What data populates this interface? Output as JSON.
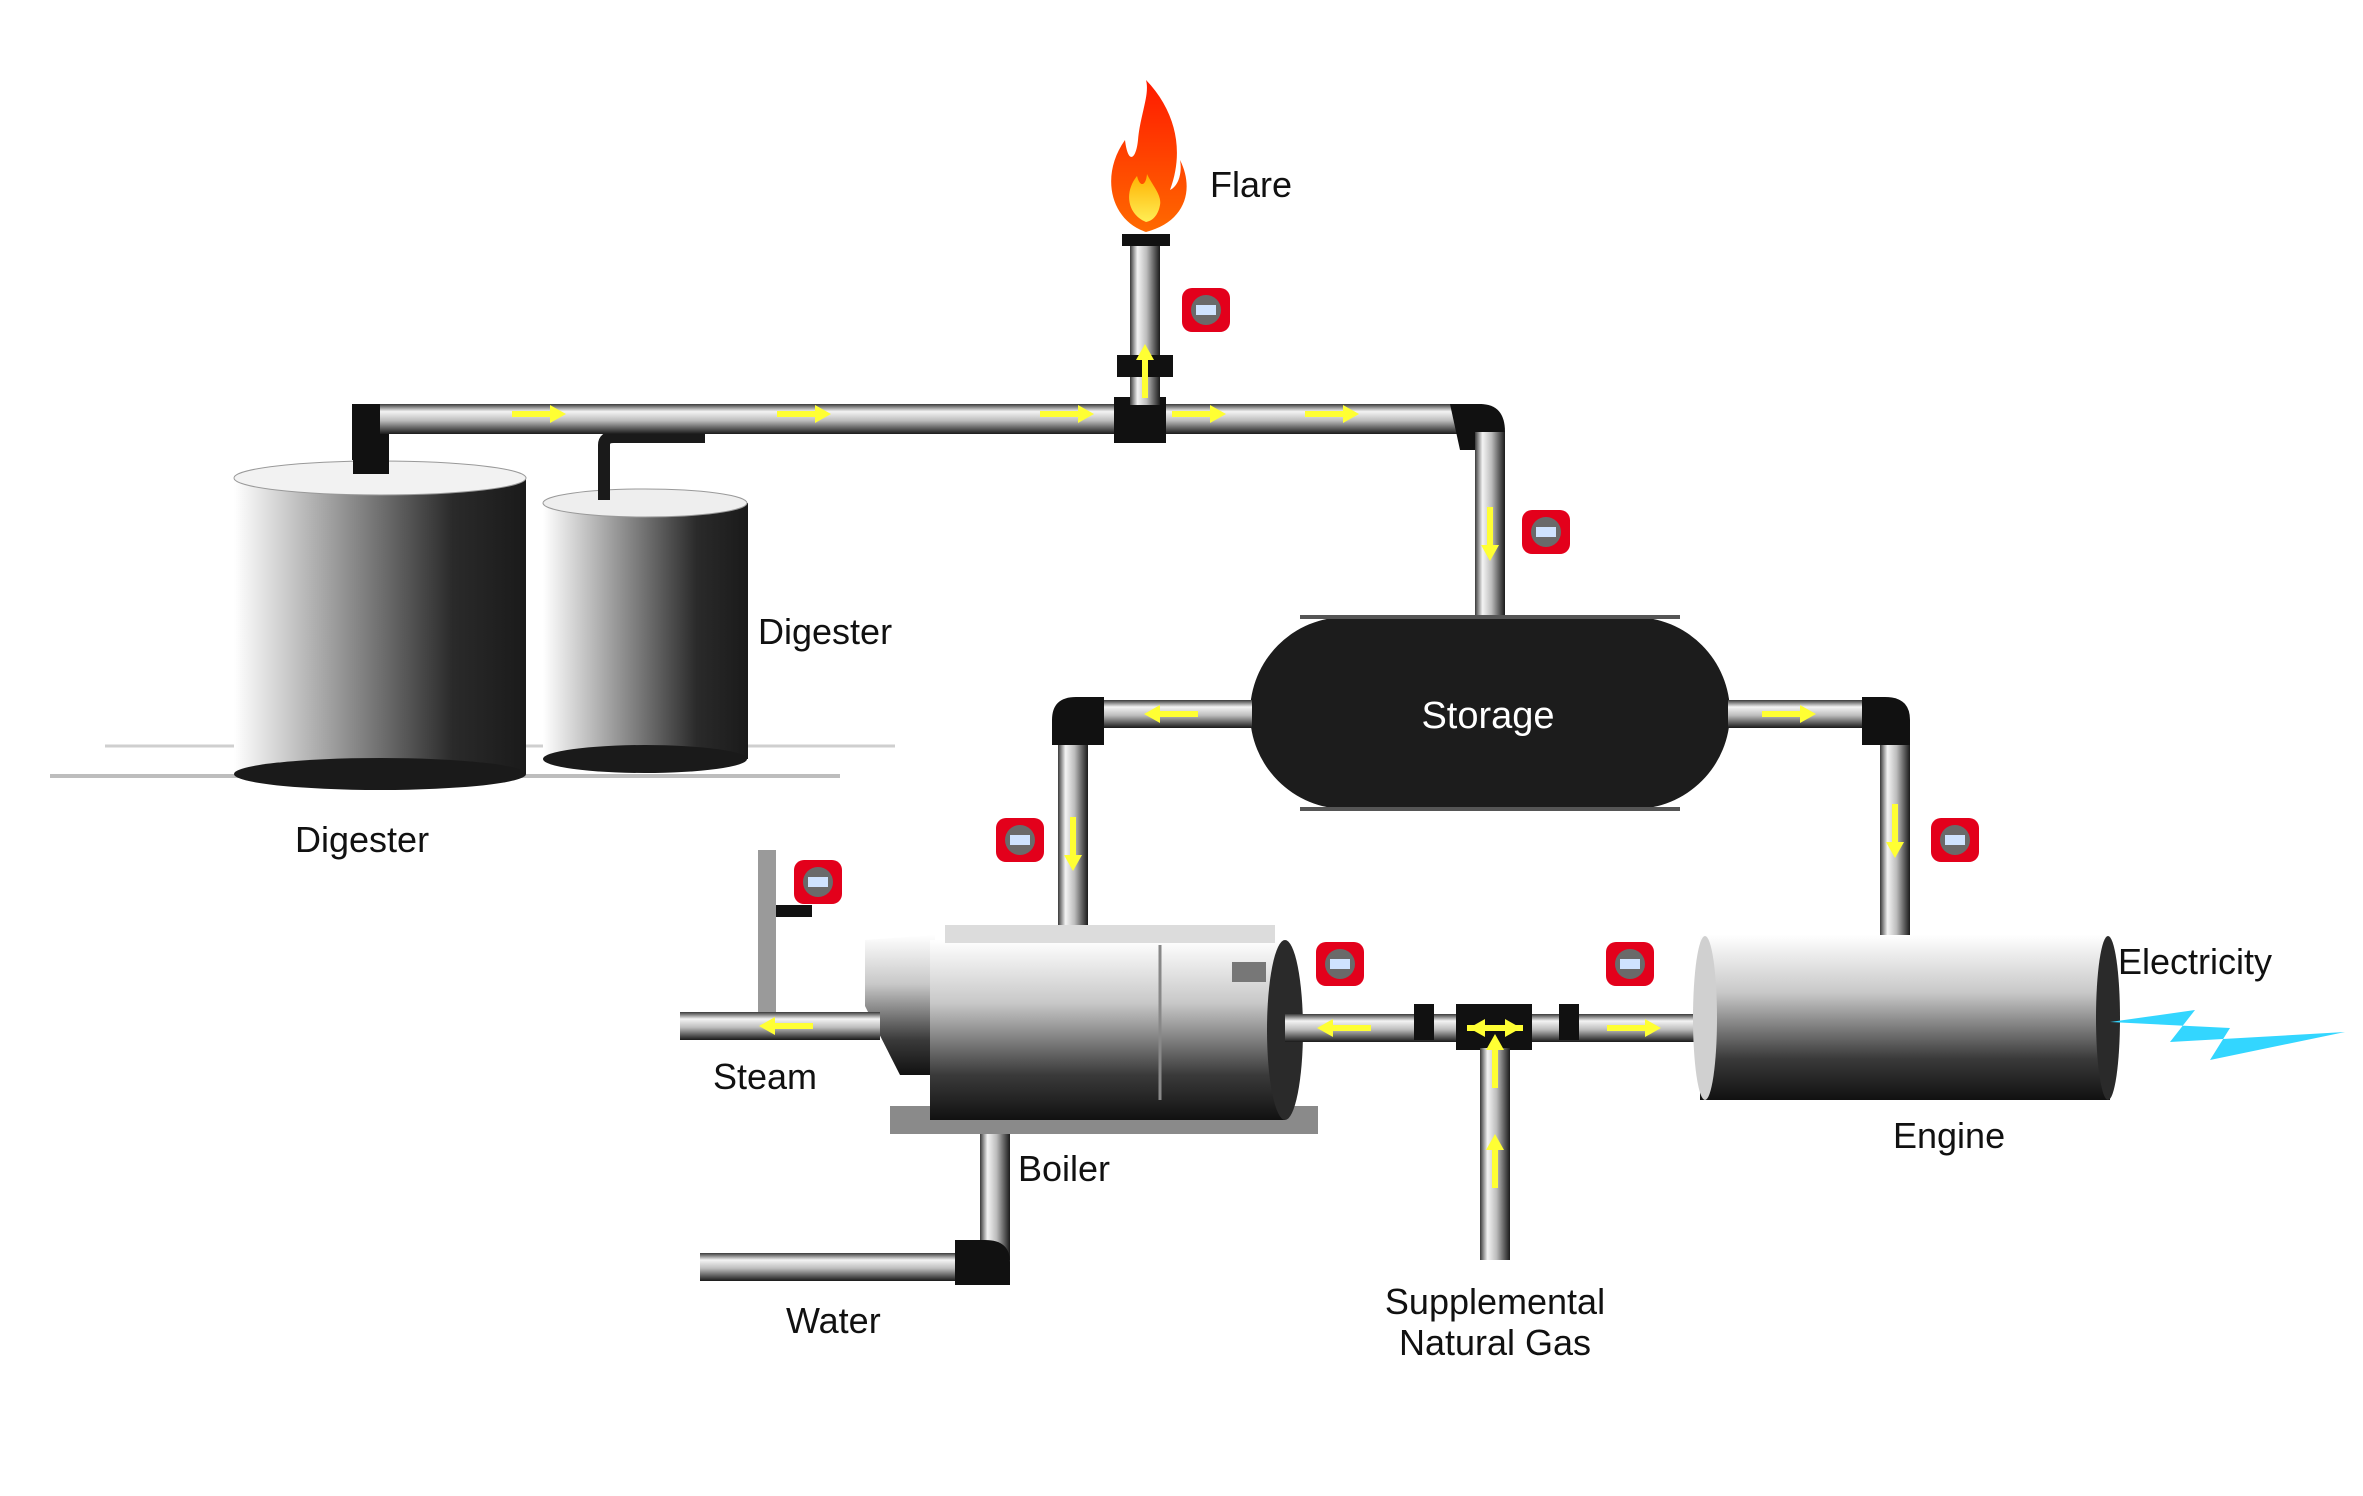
{
  "labels": {
    "flare": "Flare",
    "digester_back": "Digester",
    "digester_front": "Digester",
    "storage": "Storage",
    "electricity": "Electricity",
    "steam": "Steam",
    "boiler": "Boiler",
    "engine": "Engine",
    "water": "Water",
    "supplemental_line1": "Supplemental",
    "supplemental_line2": "Natural Gas"
  },
  "colors": {
    "pipe_dark": "#1a1a1a",
    "pipe_light": "#f2f2f2",
    "flow_arrow": "#ffff33",
    "meter_red": "#e3001b",
    "storage_fill": "#1c1c1c",
    "electricity": "#33d6ff",
    "flame_outer": "#ff2a00",
    "flame_inner": "#ffd000"
  },
  "icons": {
    "flow": "arrow-icon",
    "meter": "flow-meter-icon",
    "valve": "valve-icon",
    "flame": "flame-icon",
    "bolt": "lightning-bolt-icon"
  }
}
